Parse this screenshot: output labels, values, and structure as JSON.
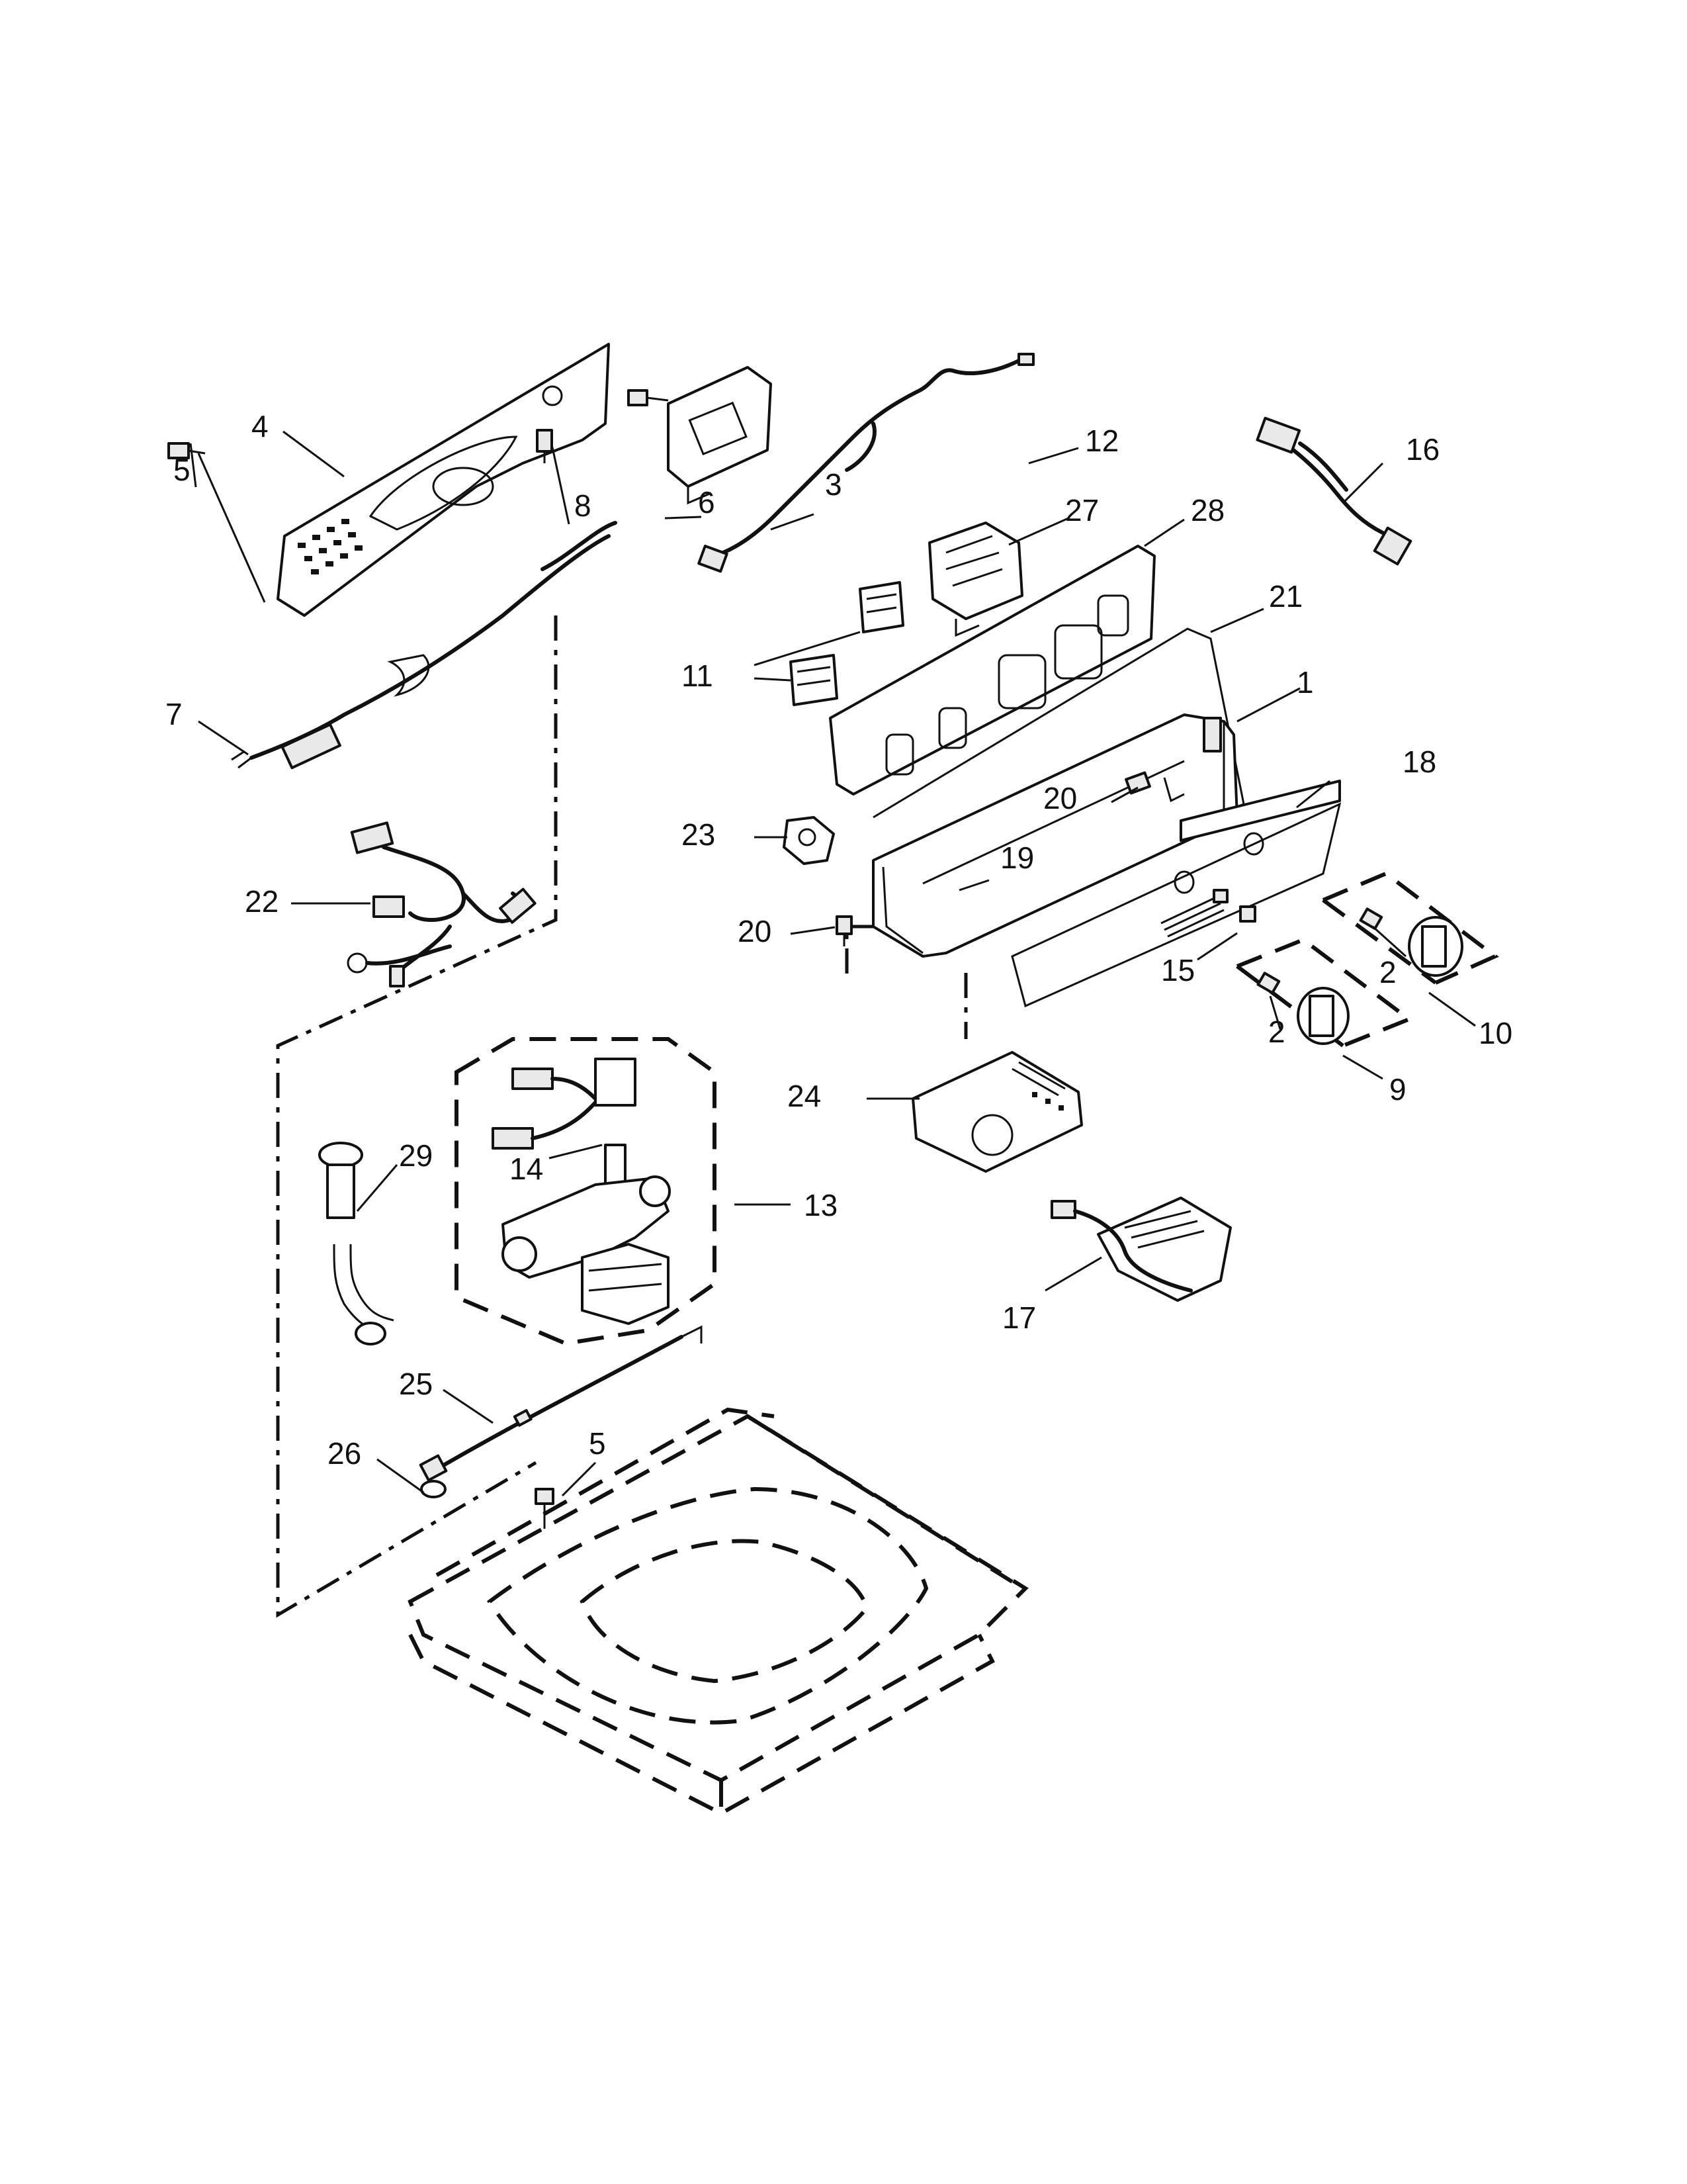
{
  "callouts": [
    {
      "id": "c4",
      "text": "4"
    },
    {
      "id": "c5a",
      "text": "5"
    },
    {
      "id": "c8",
      "text": "8"
    },
    {
      "id": "c6",
      "text": "6"
    },
    {
      "id": "c3",
      "text": "3"
    },
    {
      "id": "c12",
      "text": "12"
    },
    {
      "id": "c27",
      "text": "27"
    },
    {
      "id": "c28",
      "text": "28"
    },
    {
      "id": "c16",
      "text": "16"
    },
    {
      "id": "c21",
      "text": "21"
    },
    {
      "id": "c11",
      "text": "11"
    },
    {
      "id": "c7",
      "text": "7"
    },
    {
      "id": "c1",
      "text": "1"
    },
    {
      "id": "c18",
      "text": "18"
    },
    {
      "id": "c20a",
      "text": "20"
    },
    {
      "id": "c23",
      "text": "23"
    },
    {
      "id": "c19",
      "text": "19"
    },
    {
      "id": "c22",
      "text": "22"
    },
    {
      "id": "c20b",
      "text": "20"
    },
    {
      "id": "c15",
      "text": "15"
    },
    {
      "id": "c2a",
      "text": "2"
    },
    {
      "id": "c2b",
      "text": "2"
    },
    {
      "id": "c10",
      "text": "10"
    },
    {
      "id": "c9",
      "text": "9"
    },
    {
      "id": "c24",
      "text": "24"
    },
    {
      "id": "c14",
      "text": "14"
    },
    {
      "id": "c29",
      "text": "29"
    },
    {
      "id": "c13",
      "text": "13"
    },
    {
      "id": "c17",
      "text": "17"
    },
    {
      "id": "c25",
      "text": "25"
    },
    {
      "id": "c26",
      "text": "26"
    },
    {
      "id": "c5b",
      "text": "5"
    }
  ],
  "colors": {
    "line": "#111111",
    "background": "#ffffff",
    "shade": "#e9e9e9"
  }
}
